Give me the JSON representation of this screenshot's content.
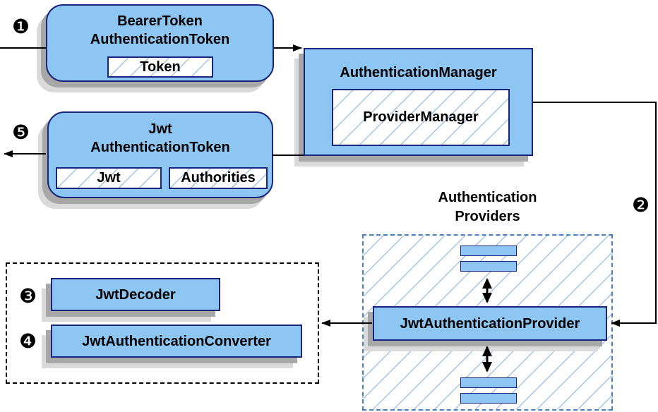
{
  "colors": {
    "box_fill": "#8dc6f2",
    "box_border": "#17267c",
    "hatch_line": "#a3c6ea",
    "providers_dash": "#4a7ebf",
    "shadow_dark": "#a8a8a8",
    "shadow_light": "#dadada",
    "line": "#000000",
    "text": "#000000"
  },
  "badges": {
    "step1": "❶",
    "step2": "❷",
    "step3": "❸",
    "step4": "❹",
    "step5": "❺"
  },
  "nodes": {
    "bearer_token": {
      "title_line1": "BearerToken",
      "title_line2": "AuthenticationToken",
      "field": "Token"
    },
    "authentication_manager": {
      "title": "AuthenticationManager",
      "inner": "ProviderManager"
    },
    "jwt_authentication_token": {
      "title_line1": "Jwt",
      "title_line2": "AuthenticationToken",
      "field1": "Jwt",
      "field2": "Authorities"
    },
    "providers_group": {
      "label_line1": "Authentication",
      "label_line2": "Providers",
      "provider": "JwtAuthenticationProvider"
    },
    "decoder_group": {
      "decoder": "JwtDecoder",
      "converter": "JwtAuthenticationConverter"
    }
  }
}
